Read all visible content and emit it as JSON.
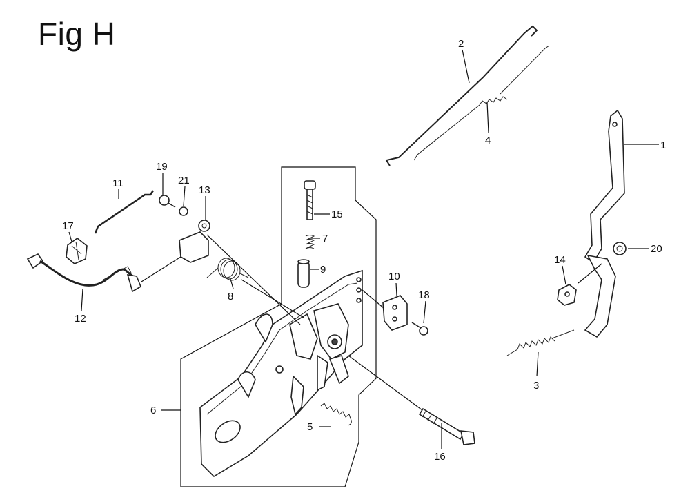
{
  "figure": {
    "title": "Fig H"
  },
  "callouts": [
    {
      "id": "c1",
      "label": "1"
    },
    {
      "id": "c2",
      "label": "2"
    },
    {
      "id": "c3",
      "label": "3"
    },
    {
      "id": "c4",
      "label": "4"
    },
    {
      "id": "c5",
      "label": "5"
    },
    {
      "id": "c6",
      "label": "6"
    },
    {
      "id": "c7",
      "label": "7"
    },
    {
      "id": "c8",
      "label": "8"
    },
    {
      "id": "c9",
      "label": "9"
    },
    {
      "id": "c10",
      "label": "10"
    },
    {
      "id": "c11",
      "label": "11"
    },
    {
      "id": "c12",
      "label": "12"
    },
    {
      "id": "c13",
      "label": "13"
    },
    {
      "id": "c14",
      "label": "14"
    },
    {
      "id": "c15",
      "label": "15"
    },
    {
      "id": "c16",
      "label": "16"
    },
    {
      "id": "c17",
      "label": "17"
    },
    {
      "id": "c18",
      "label": "18"
    },
    {
      "id": "c19",
      "label": "19"
    },
    {
      "id": "c20",
      "label": "20"
    },
    {
      "id": "c21",
      "label": "21"
    }
  ]
}
